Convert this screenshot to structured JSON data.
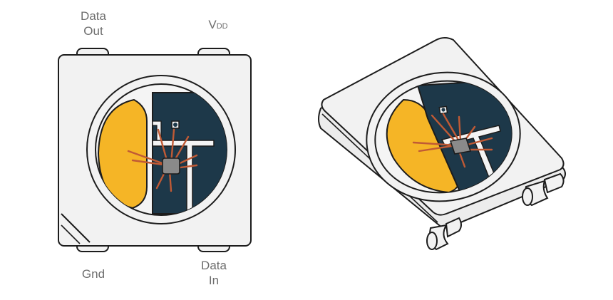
{
  "labels": {
    "data_out": [
      "Data",
      "Out"
    ],
    "vdd_main": "V",
    "vdd_sub": "DD",
    "gnd": "Gnd",
    "data_in": [
      "Data",
      "In"
    ]
  },
  "colors": {
    "body": "#f2f2f2",
    "outline": "#1c1c1c",
    "phosphor": "#f5b526",
    "die_pad": "#1d3849",
    "wire": "#c05a35",
    "chip": "#8a8a8a",
    "label_text": "#6d6d6d"
  }
}
